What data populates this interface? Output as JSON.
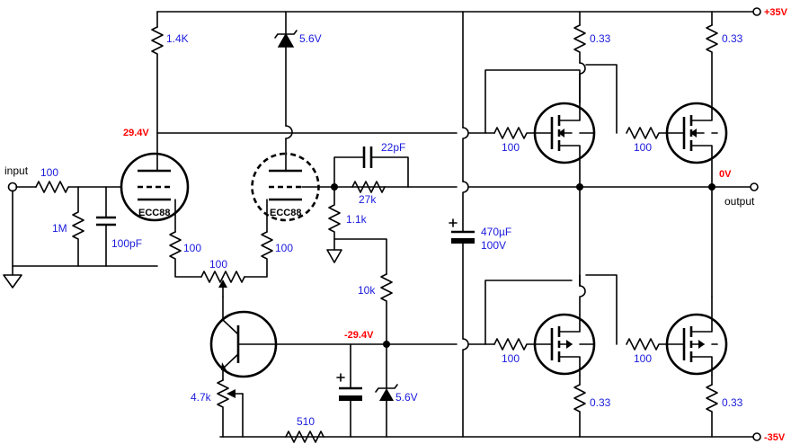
{
  "labels": {
    "input": "input",
    "output": "output",
    "r_in": "100",
    "r_1m": "1M",
    "c_100p": "100pF",
    "r_1k4": "1.4K",
    "z_5v6_top": "5.6V",
    "tube1": "ECC88",
    "tube2": "ECC88",
    "r_cath1": "100",
    "r_cath2": "100",
    "pot_100": "100",
    "c_22p": "22pF",
    "r_27k": "27k",
    "r_1k1": "1.1k",
    "r_10k": "10k",
    "pot_4k7": "4.7k",
    "r_510": "510",
    "z_5v6_bot": "5.6V",
    "c_470u": "470µF",
    "c_470u_v": "100V",
    "r_g1": "100",
    "r_g2": "100",
    "r_g3": "100",
    "r_g4": "100",
    "r_s1": "0.33",
    "r_s2": "0.33",
    "r_s3": "0.33",
    "r_s4": "0.33"
  },
  "voltages": {
    "v_plate": "29.4V",
    "v_neg": "-29.4V",
    "v_out": "0V",
    "v_pos_rail": "+35V",
    "v_neg_rail": "-35V"
  },
  "colors": {
    "label": "#1a1adc",
    "voltage": "#ff0000",
    "wire": "#000000"
  },
  "icons": {
    "ground": "ground-icon",
    "zener": "zener-diode-icon",
    "tube": "triode-tube-icon",
    "mosfet": "mosfet-icon",
    "bjt": "pnp-transistor-icon",
    "terminal": "terminal-circle-icon"
  }
}
